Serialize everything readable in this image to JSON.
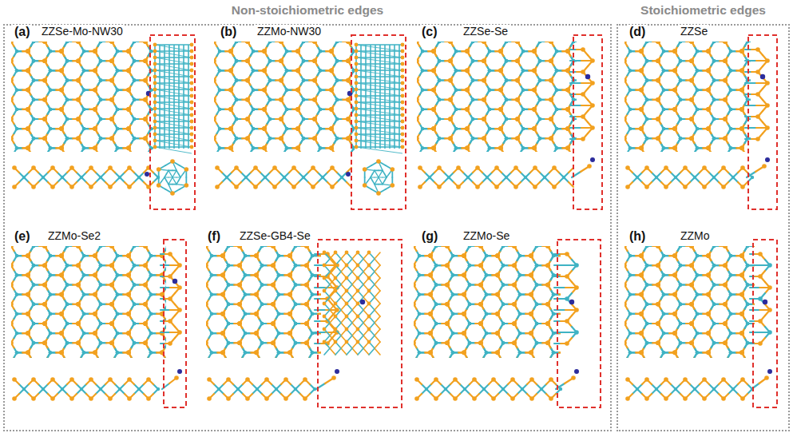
{
  "diagram": {
    "nodes": [
      {
        "text": [
          "Non-stoichiometric edges"
        ]
      },
      {
        "text": [
          "Stoichiometric edges"
        ]
      }
    ],
    "labels": [
      "(a)",
      "ZZSe-Mo-NW30",
      "(b)",
      "ZZMo-NW30",
      "(c)",
      "ZZSe-Se",
      "(d)",
      "ZZSe",
      "(e)",
      "ZZMo-Se2",
      "(f)",
      "ZZSe-GB4-Se",
      "(g)",
      "ZZMo-Se",
      "(h)",
      "ZZMo"
    ]
  }
}
